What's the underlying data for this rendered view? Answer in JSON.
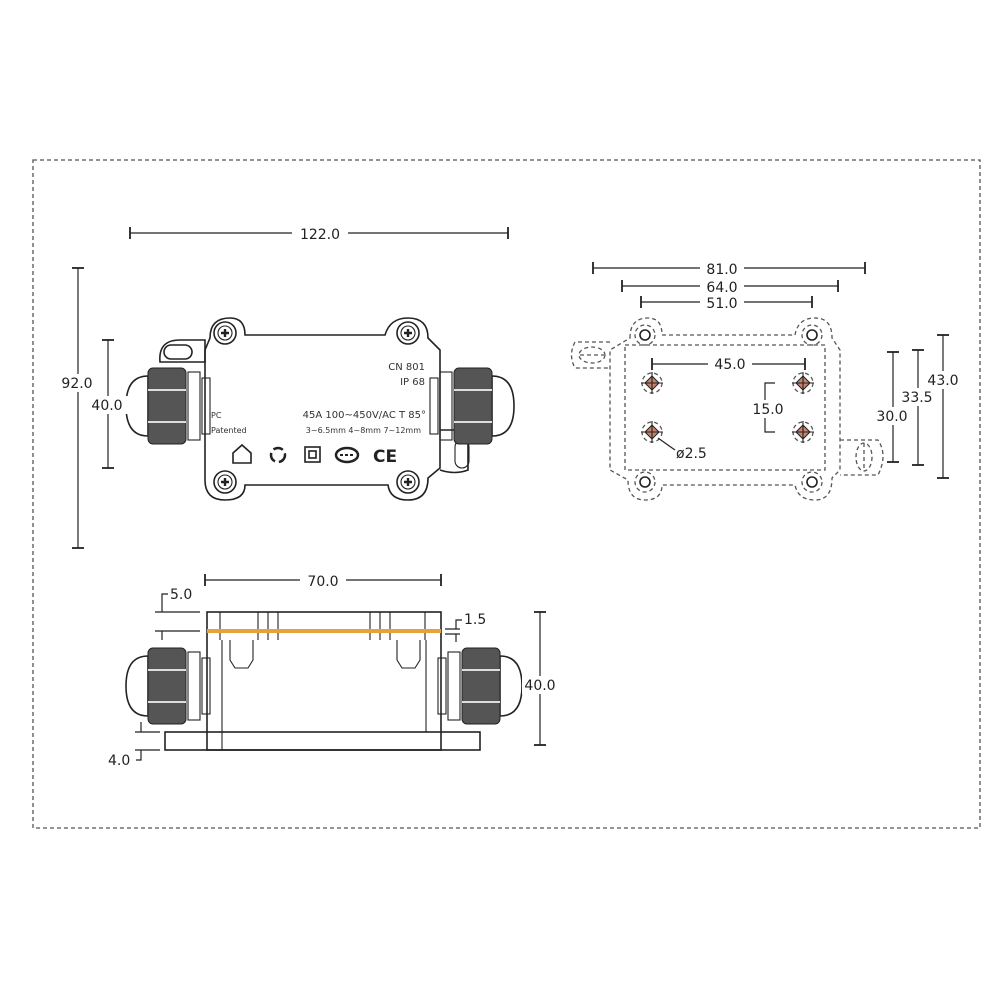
{
  "top_view": {
    "dims": {
      "length": "122.0",
      "height": "92.0",
      "body_height": "40.0"
    },
    "label": {
      "model": "CN 801",
      "ip": "IP 68",
      "material": "PC",
      "patented": "Patented",
      "rating": "45A 100~450V/AC   T 85°",
      "cable_range": "3~6.5mm  4~8mm  7~12mm"
    },
    "symbols": [
      "house-icon",
      "recycle-icon",
      "double-insulation-icon",
      "ccc-icon",
      "ce-mark"
    ]
  },
  "mounting_view": {
    "dims": {
      "overall": "81.0",
      "flange": "64.0",
      "body": "51.0",
      "hole_x": "45.0",
      "hole_y": "15.0",
      "hole_dia": "ø2.5",
      "h1": "30.0",
      "h2": "33.5",
      "h3": "43.0"
    }
  },
  "side_view": {
    "dims": {
      "length": "70.0",
      "lid": "5.0",
      "gasket": "1.5",
      "height": "40.0",
      "base": "4.0"
    },
    "gasket_color": "#e8a23c"
  },
  "ce_text": "CE"
}
